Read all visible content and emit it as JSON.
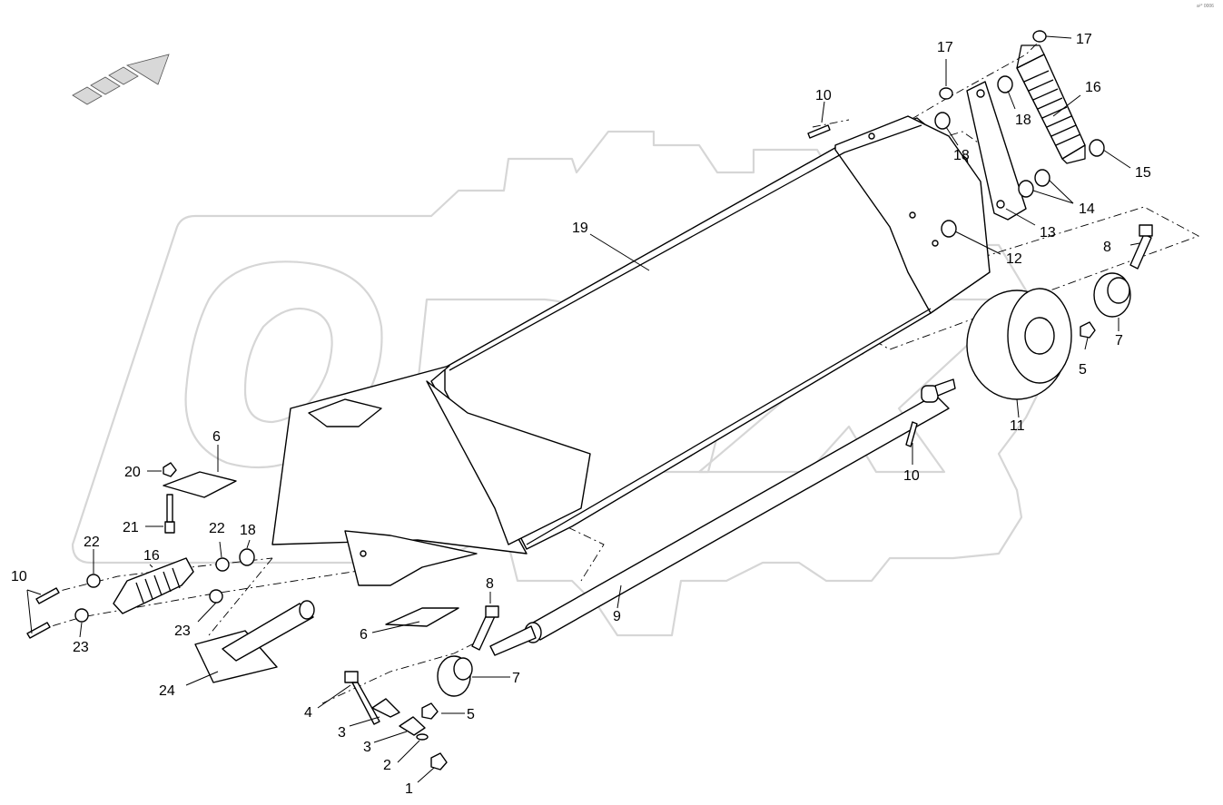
{
  "corner_code": "a²° 0006",
  "callouts": {
    "c1": "1",
    "c2": "2",
    "c3a": "3",
    "c3b": "3",
    "c4": "4",
    "c5a": "5",
    "c5b": "5",
    "c6a": "6",
    "c6b": "6",
    "c7a": "7",
    "c7b": "7",
    "c8a": "8",
    "c8b": "8",
    "c9": "9",
    "c10a": "10",
    "c10b": "10",
    "c10c": "10",
    "c11": "11",
    "c12": "12",
    "c13": "13",
    "c14": "14",
    "c15": "15",
    "c16a": "16",
    "c16b": "16",
    "c17a": "17",
    "c17b": "17",
    "c18a": "18",
    "c18b": "18",
    "c18c": "18",
    "c19": "19",
    "c20": "20",
    "c21": "21",
    "c22a": "22",
    "c22b": "22",
    "c23a": "23",
    "c23b": "23",
    "c24": "24"
  }
}
